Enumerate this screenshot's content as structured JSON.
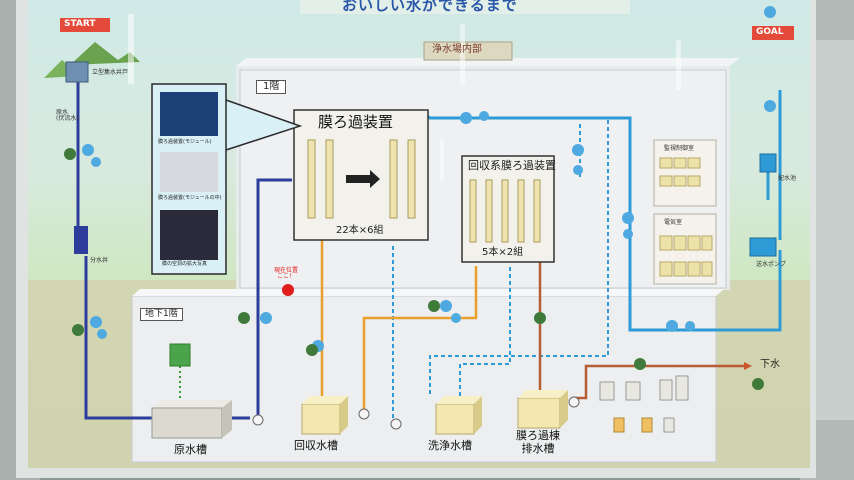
{
  "poster": {
    "title": "おいしい水ができるまで",
    "banner": "浄水場内部",
    "start": "START",
    "goal": "GOAL"
  },
  "floors": {
    "first": "1階",
    "basement": "地下1階"
  },
  "units": {
    "membrane": {
      "title": "膜ろ過装置",
      "count": "22本×6組"
    },
    "recovery_membrane": {
      "title": "回収系膜ろ過装置",
      "count": "5本×2組"
    }
  },
  "tanks": {
    "raw": "原水槽",
    "recovery": "回収水槽",
    "wash": "洗浄水槽",
    "drain": "膜ろ過棟\n排水槽"
  },
  "source": {
    "intake": "立型集水井戸",
    "raw_water": "原水\n(伏流水)",
    "well": "分水井"
  },
  "misc": {
    "current_location": "現在位置\nここ！",
    "sewer": "下水",
    "monitor_room": "監視制御室",
    "electric_room": "電気室",
    "distribution": "配水池",
    "pump": "送水ポンプ"
  },
  "inset": {
    "caption1": "膜ろ過装置(モジュール)",
    "caption2": "膜ろ過装置(モジュールの中)",
    "caption3": "膜の空洞の拡大写真"
  },
  "colors": {
    "raw_line": "#2c3d9c",
    "treated_line": "#2f9bd6",
    "recovery_line": "#e8a02a",
    "drain_line": "#b85c36",
    "sewer_line": "#c9582c"
  }
}
